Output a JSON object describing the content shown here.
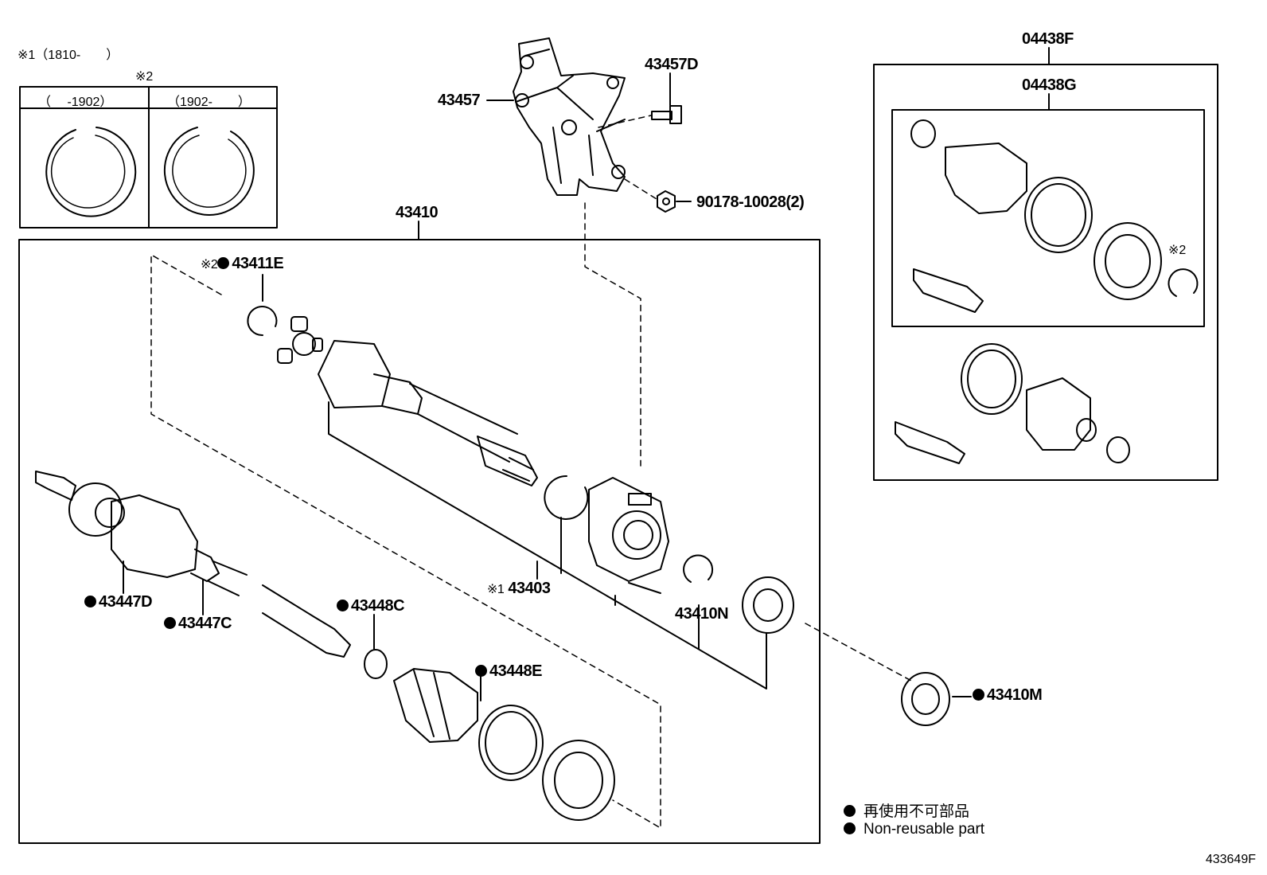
{
  "notes": {
    "note1": "※1（1810-　　）",
    "note2": "※2",
    "ring_old": "（　 -1902）",
    "ring_new": "（1902-　　）"
  },
  "parts": {
    "p04438F": "04438F",
    "p04438G": "04438G",
    "p43457": "43457",
    "p43457D": "43457D",
    "p90178": "90178-10028(2)",
    "p43410": "43410",
    "p43411E": "43411E",
    "p43411E_note": "※2",
    "p43403": "43403",
    "p43403_note": "※1",
    "p43410N": "43410N",
    "p43410M": "43410M",
    "p43447D": "43447D",
    "p43447C": "43447C",
    "p43448C": "43448C",
    "p43448E": "43448E",
    "kit_note": "※2"
  },
  "legend": {
    "ja": "再使用不可部品",
    "en": "Non-reusable part"
  },
  "diagram_code": "433649F"
}
